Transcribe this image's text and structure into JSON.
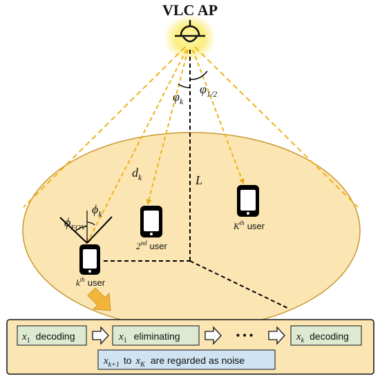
{
  "ap": {
    "title": "VLC AP"
  },
  "angles": {
    "phi_k": {
      "base": "φ",
      "sub": "k"
    },
    "phi_half": {
      "base": "φ",
      "sub": "1/2"
    },
    "phi_fov": {
      "base": "ϕ",
      "sub": "FOV"
    },
    "phi_k_user": {
      "base": "ϕ",
      "sub": "k"
    }
  },
  "distances": {
    "d_k": {
      "base": "d",
      "sub": "k"
    },
    "L": "L"
  },
  "users": {
    "kth": {
      "sym": "k",
      "sup": "th",
      "label": "user"
    },
    "second": {
      "sym": "2",
      "sup": "nd",
      "label": "user"
    },
    "Kth": {
      "sym": "K",
      "sup": "th",
      "label": "user"
    }
  },
  "sic": {
    "step1": {
      "sym": "x",
      "sub": "1",
      "text": "decoding"
    },
    "step2": {
      "sym": "x",
      "sub": "1",
      "text": "eliminating"
    },
    "dots": "• • •",
    "step3": {
      "sym": "x",
      "sub": "k",
      "text": "decoding"
    },
    "noise": {
      "sym1": "x",
      "sub1": "k+1",
      "mid": "to",
      "sym2": "x",
      "sub2": "K",
      "text": "are regarded as noise"
    }
  },
  "colors": {
    "beam": "#f0b21a",
    "floor_fill": "#fbe6b3",
    "floor_stroke": "#c9972e",
    "box_fill": "#dde9d0",
    "panel_fill": "#fbe6b3",
    "noise_fill": "#cfe3f2"
  }
}
